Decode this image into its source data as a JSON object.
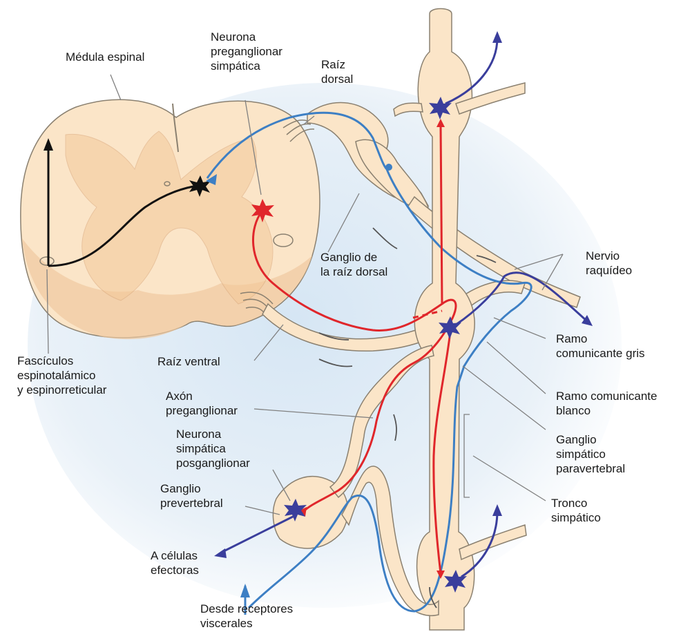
{
  "labels": {
    "medula_espinal": "Médula espinal",
    "neurona_preganglionar": "Neurona\npreganglionar\nsimpática",
    "raiz_dorsal": "Raíz\ndorsal",
    "nervio_raquideo": "Nervio\nraquídeo",
    "ganglio_raiz_dorsal": "Ganglio de\nla raíz dorsal",
    "ramo_gris": "Ramo\ncomunicante gris",
    "ramo_blanco": "Ramo comunicante\nblanco",
    "fasciculos": "Fascículos\nespinotalámico\ny espinorreticular",
    "raiz_ventral": "Raíz ventral",
    "axon_preganglionar": "Axón\npreganglionar",
    "ganglio_paravertebral": "Ganglio\nsimpático\nparavertebral",
    "neurona_posganglionar": "Neurona\nsimpática\nposganglionar",
    "ganglio_prevertebral": "Ganglio\nprevertebral",
    "tronco_simpatico": "Tronco\nsimpático",
    "a_celulas_efectoras": "A células\nefectoras",
    "desde_receptores": "Desde receptores\nviscerales"
  },
  "colors": {
    "tissue": "#fbe5c8",
    "tissue_outline": "#8a8070",
    "gray_matter": "#f3c999",
    "preganglionic": "#e0262b",
    "afferent": "#3d7fc4",
    "postganglionic": "#3a3e9c",
    "interneuron": "#111111",
    "leader": "#808080"
  }
}
